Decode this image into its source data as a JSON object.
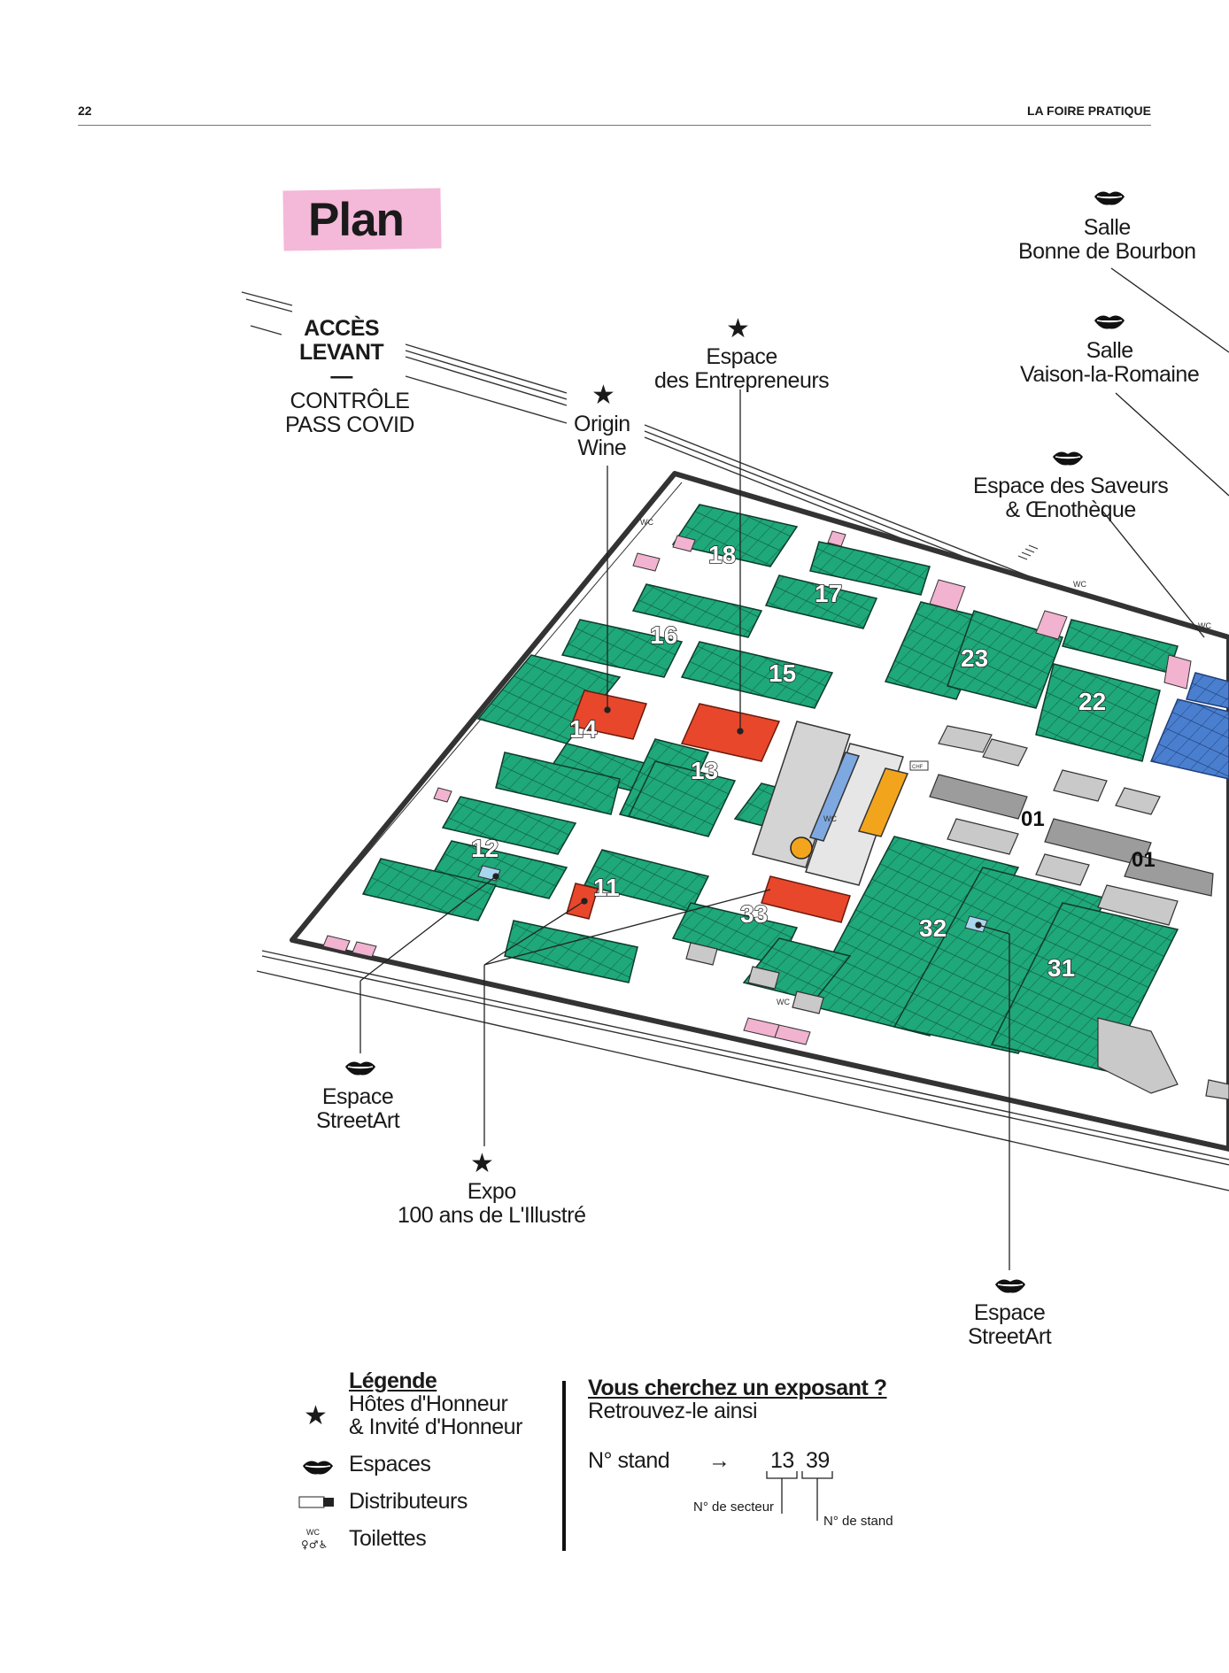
{
  "header": {
    "page_number": "22",
    "section": "LA FOIRE PRATIQUE"
  },
  "title": "Plan",
  "labels": {
    "acces_1": "ACCÈS",
    "acces_2": "LEVANT",
    "dash": "—",
    "controle_1": "CONTRÔLE",
    "controle_2": "PASS COVID",
    "origin_1": "Origin",
    "origin_2": "Wine",
    "entre_1": "Espace",
    "entre_2": "des Entrepreneurs",
    "salle1_1": "Salle",
    "salle1_2": "Bonne de Bourbon",
    "salle2_1": "Salle",
    "salle2_2": "Vaison-la-Romaine",
    "saveurs_1": "Espace des Saveurs",
    "saveurs_2": "& Œnothèque",
    "street1_1": "Espace",
    "street1_2": "StreetArt",
    "expo_1": "Expo",
    "expo_2": "100 ans de L'Illustré",
    "street2_1": "Espace",
    "street2_2": "StreetArt"
  },
  "map": {
    "sectors": [
      "18",
      "17",
      "16",
      "15",
      "14",
      "13",
      "23",
      "22",
      "12",
      "11",
      "33",
      "32",
      "31"
    ],
    "zones": [
      "01",
      "01"
    ],
    "wc": "WC",
    "chf": "CHF",
    "colors": {
      "stand": "#1fa87a",
      "highlight": "#e8472b",
      "blue": "#4a7fcf",
      "grey": "#c9c9c9",
      "pink": "#f1b3cf",
      "orange": "#f2a51c"
    }
  },
  "legend": {
    "title": "Légende",
    "items": [
      {
        "icon": "star-icon",
        "line1": "Hôtes d'Honneur",
        "line2": "& Invité d'Honneur"
      },
      {
        "icon": "lips-icon",
        "line1": "Espaces"
      },
      {
        "icon": "chf-icon",
        "line1": "Distributeurs"
      },
      {
        "icon": "wc-icon",
        "line1": "Toilettes"
      }
    ]
  },
  "exposant": {
    "title": "Vous cherchez un exposant ?",
    "subtitle": "Retrouvez-le ainsi",
    "stand_label": "N° stand",
    "arrow": "→",
    "sector_value": "13",
    "stand_value": "39",
    "sector_caption": "N° de secteur",
    "stand_caption": "N° de stand"
  }
}
